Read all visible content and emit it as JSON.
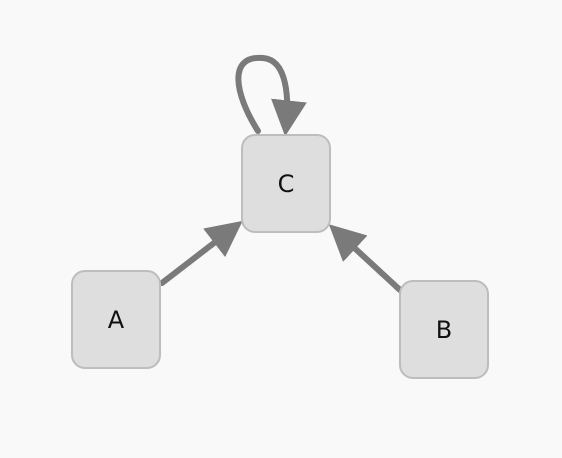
{
  "nodes": {
    "a": {
      "label": "A"
    },
    "b": {
      "label": "B"
    },
    "c": {
      "label": "C"
    }
  },
  "edges": [
    {
      "from": "A",
      "to": "C"
    },
    {
      "from": "B",
      "to": "C"
    },
    {
      "from": "C",
      "to": "C"
    }
  ],
  "colors": {
    "background": "#f9f9f9",
    "node_fill": "#dedede",
    "node_border": "#bdbdbd",
    "edge": "#7a7a7a",
    "text": "#111111"
  }
}
